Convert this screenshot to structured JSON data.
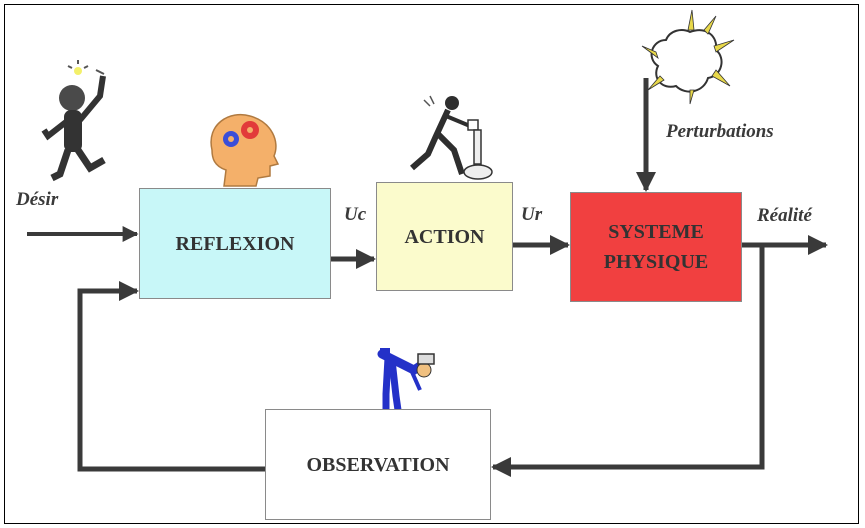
{
  "blocks": {
    "reflexion": "REFLEXION",
    "action": "ACTION",
    "systeme": "SYSTEME\nPHYSIQUE",
    "observation": "OBSERVATION"
  },
  "signals": {
    "desir": "Désir",
    "uc": "Uc",
    "ur": "Ur",
    "realite": "Réalité",
    "perturbations": "Perturbations"
  },
  "icons": {
    "thinking_person": "person-lightbulb-icon",
    "head_gears": "head-gears-icon",
    "pushing_person": "person-pushing-lever-icon",
    "disturbance": "sunburst-explosion-icon",
    "observer": "person-binoculars-icon"
  },
  "colors": {
    "reflexion": "#c8f7f8",
    "action": "#fbfbcc",
    "systeme": "#f14040",
    "observation": "#ffffff",
    "arrows": "#3a3a3a"
  }
}
